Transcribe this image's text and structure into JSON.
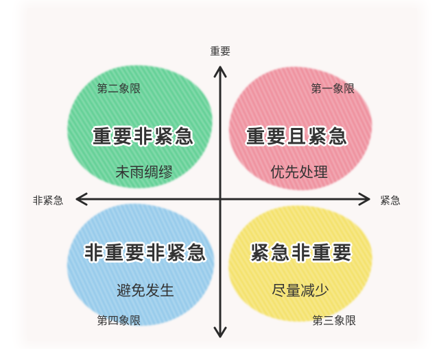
{
  "axes": {
    "top": "重要",
    "left": "非紧急",
    "right": "紧急"
  },
  "quadrants": {
    "top_left": {
      "number": "第二象限",
      "title": "重要非紧急",
      "action": "未雨绸缪",
      "color": "#5fcf93"
    },
    "top_right": {
      "number": "第一象限",
      "title": "重要且紧急",
      "action": "优先处理",
      "color": "#ee8e9c"
    },
    "bottom_left": {
      "number": "第四象限",
      "title": "非重要非紧急",
      "action": "避免发生",
      "color": "#93c9ea"
    },
    "bottom_right": {
      "number": "第三象限",
      "title": "紧急非重要",
      "action": "尽量减少",
      "color": "#f4e168"
    }
  }
}
